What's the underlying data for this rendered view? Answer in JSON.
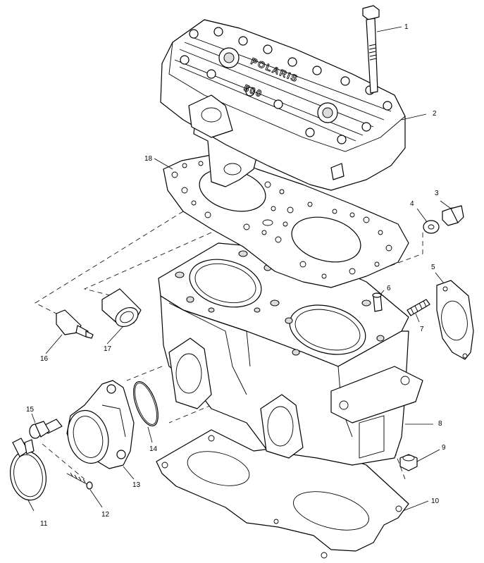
{
  "diagram": {
    "head_marking": [
      "POLARIS",
      "500"
    ],
    "callouts": [
      {
        "id": "callout-1",
        "label": "1"
      },
      {
        "id": "callout-2",
        "label": "2"
      },
      {
        "id": "callout-3",
        "label": "3"
      },
      {
        "id": "callout-4",
        "label": "4"
      },
      {
        "id": "callout-5",
        "label": "5"
      },
      {
        "id": "callout-6",
        "label": "6"
      },
      {
        "id": "callout-7",
        "label": "7"
      },
      {
        "id": "callout-8",
        "label": "8"
      },
      {
        "id": "callout-9",
        "label": "9"
      },
      {
        "id": "callout-10",
        "label": "10"
      },
      {
        "id": "callout-11",
        "label": "11"
      },
      {
        "id": "callout-12",
        "label": "12"
      },
      {
        "id": "callout-13",
        "label": "13"
      },
      {
        "id": "callout-14",
        "label": "14"
      },
      {
        "id": "callout-15",
        "label": "15"
      },
      {
        "id": "callout-16",
        "label": "16"
      },
      {
        "id": "callout-17",
        "label": "17"
      },
      {
        "id": "callout-18",
        "label": "18"
      }
    ]
  }
}
